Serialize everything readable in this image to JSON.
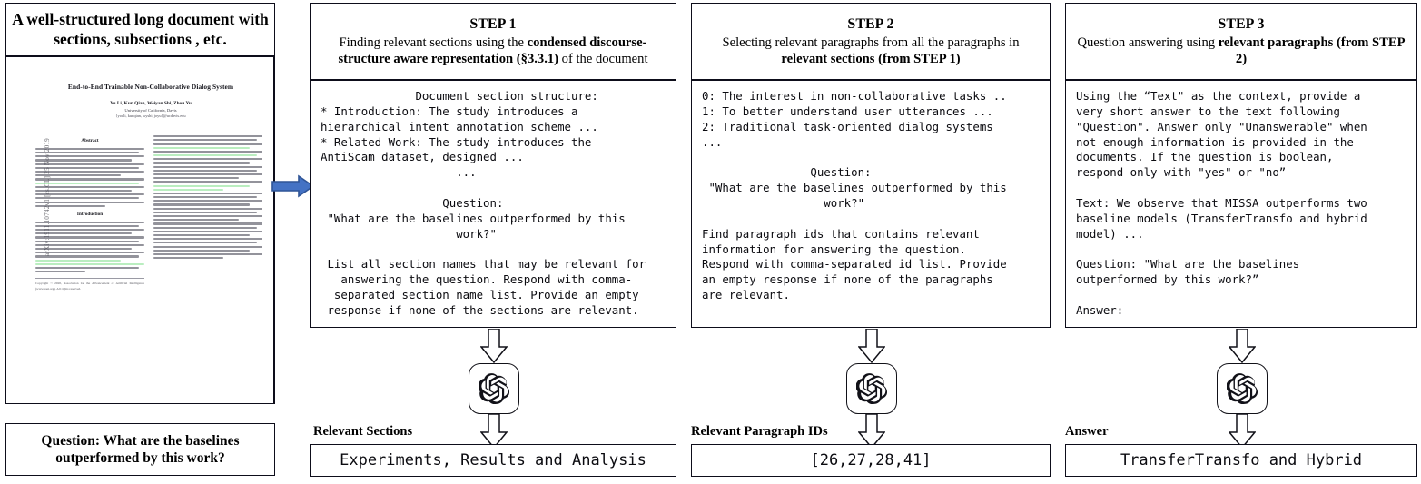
{
  "document_panel": {
    "title": "A well-structured long document with sections, subsections , etc.",
    "paper": {
      "arxiv_stamp": "arXiv:1911.10742v1  [cs.CL]  25 Nov 2019",
      "title": "End-to-End Trainable Non-Collaborative Dialog System",
      "authors": "Yu Li, Kun Qian, Weiyan Shi, Zhou Yu",
      "affiliation": "University of California, Davis",
      "emails": "{yooli, kunqian, wyshi, joyu}@ucdavis.edu",
      "abstract_heading": "Abstract",
      "introduction_heading": "Introduction",
      "copyright": "Copyright © 2020, Association for the Advancement of Artificial Intelligence (www.aaai.org). All rights reserved."
    },
    "question_card": "Question: What are the baselines outperformed by this work?"
  },
  "steps": [
    {
      "id": "step1",
      "heading": "STEP 1",
      "subheading_parts": [
        {
          "text": "Finding relevant sections using the ",
          "bold": false
        },
        {
          "text": "condensed discourse-structure aware representation (§3.3.1)",
          "bold": true
        },
        {
          "text": " of the document",
          "bold": false
        }
      ],
      "prompt": "              Document section structure:\n* Introduction: The study introduces a\nhierarchical intent annotation scheme ...\n* Related Work: The study introduces the\nAntiScam dataset, designed ...\n                    ...\n\n                  Question:\n \"What are the baselines outperformed by this\n                    work?\"\n\n List all section names that may be relevant for\n   answering the question. Respond with comma-\n  separated section name list. Provide an empty\n response if none of the sections are relevant.",
      "output_label": "Relevant Sections",
      "output_value": "Experiments, Results and Analysis",
      "llm_icon": "openai-logo-icon"
    },
    {
      "id": "step2",
      "heading": "STEP 2",
      "subheading_parts": [
        {
          "text": "Selecting relevant paragraphs from all the paragraphs in ",
          "bold": false
        },
        {
          "text": "relevant sections (from STEP 1)",
          "bold": true
        }
      ],
      "prompt": "0: The interest in non-collaborative tasks ..\n1: To better understand user utterances ...\n2: Traditional task-oriented dialog systems\n...\n\n                Question:\n \"What are the baselines outperformed by this\n                  work?\"\n\nFind paragraph ids that contains relevant\ninformation for answering the question.\nRespond with comma-separated id list. Provide\nan empty response if none of the paragraphs\nare relevant.",
      "output_label": "Relevant Paragraph IDs",
      "output_value": "[26,27,28,41]",
      "llm_icon": "openai-logo-icon"
    },
    {
      "id": "step3",
      "heading": "STEP 3",
      "subheading_parts": [
        {
          "text": "Question answering using ",
          "bold": false
        },
        {
          "text": "relevant paragraphs (from STEP 2)",
          "bold": true
        }
      ],
      "prompt": "Using the “Text\" as the context, provide a\nvery short answer to the text following\n\"Question\". Answer only \"Unanswerable\" when\nnot enough information is provided in the\ndocuments. If the question is boolean,\nrespond only with \"yes\" or \"no”\n\nText: We observe that MISSA outperforms two\nbaseline models (TransferTransfo and hybrid\nmodel) ...\n\nQuestion: \"What are the baselines\noutperformed by this work?”\n\nAnswer:",
      "output_label": "Answer",
      "output_value": "TransferTransfo and Hybrid",
      "llm_icon": "openai-logo-icon"
    }
  ],
  "connectors": {
    "document_to_step1_icon": "blue-right-arrow-icon",
    "prompt_to_llm_icon": "hollow-down-arrow-icon",
    "llm_to_output_icon": "hollow-down-arrow-icon"
  },
  "colors": {
    "blue_arrow_fill": "#4472C4",
    "blue_arrow_stroke": "#2F5496",
    "border": "#0D0D1A",
    "citation_highlight": "#8FE39A",
    "background": "#FFFFFF"
  }
}
